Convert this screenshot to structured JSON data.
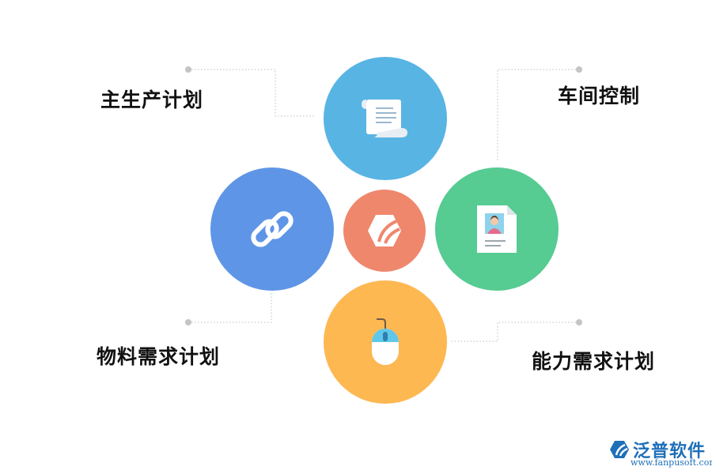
{
  "labels": {
    "master_plan": "主生产计划",
    "workshop": "车间控制",
    "material": "物料需求计划",
    "capacity": "能力需求计划"
  },
  "colors": {
    "blue_top": "#58b4e3",
    "blue_left": "#5e95e6",
    "salmon_center": "#ef876d",
    "green_right": "#56cb92",
    "orange_bottom": "#fdb852"
  },
  "icons": {
    "top": "scroll-document-icon",
    "left": "chain-link-icon",
    "center": "brand-logo-icon",
    "right": "id-card-icon",
    "bottom": "mouse-icon"
  },
  "brand": {
    "name": "泛普软件",
    "url": "www.fanpusoft.com"
  }
}
